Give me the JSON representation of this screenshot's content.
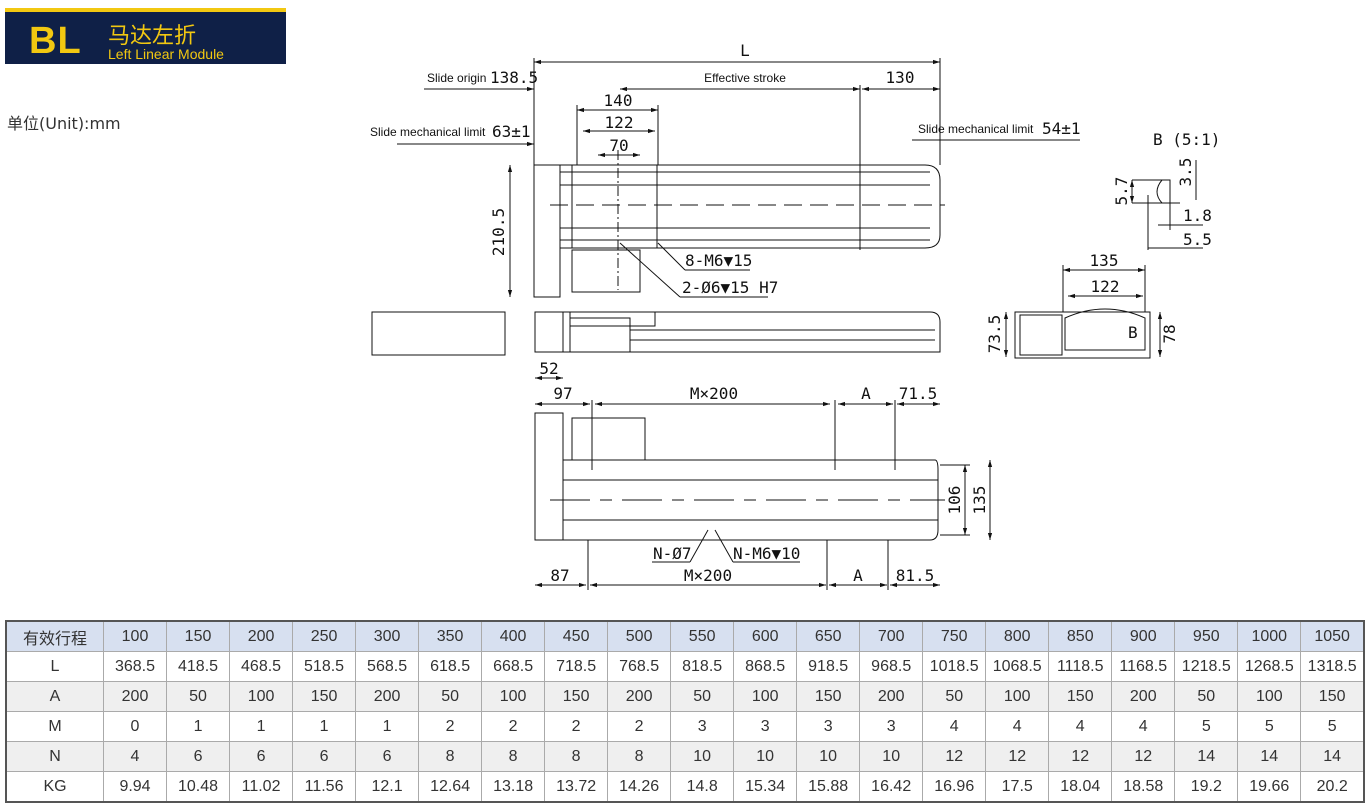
{
  "header": {
    "code": "BL",
    "title_cn": "马达左折",
    "title_en": "Left Linear Module"
  },
  "unit": "单位(Unit):mm",
  "colors": {
    "banner_bg": "#0f2047",
    "banner_accent": "#f2c811",
    "table_header_bg": "#d7e0f0",
    "table_alt_bg": "#efefef"
  },
  "drawing": {
    "L": "L",
    "slide_origin": "Slide origin",
    "slide_origin_value": "138.5",
    "effective_stroke": "Effective stroke",
    "end_130": "130",
    "w140": "140",
    "w122": "122",
    "w70": "70",
    "slide_mech_limit_left": "Slide mechanical limit",
    "slide_mech_limit_left_value": "63±1",
    "slide_mech_limit_right": "Slide mechanical limit",
    "slide_mech_limit_right_value": "54±1",
    "h210_5": "210.5",
    "hole_8m6": "8-M6▼15",
    "hole_2d6": "2-Ø6▼15 H7",
    "d52": "52",
    "d97": "97",
    "m200_top": "M×200",
    "a_top": "A",
    "d71_5": "71.5",
    "d87": "87",
    "m200_bot": "M×200",
    "a_bot": "A",
    "d81_5": "81.5",
    "n_d7": "N-Ø7",
    "n_m6": "N-M6▼10",
    "d106": "106",
    "d135_side": "135",
    "detail_b": "B (5:1)",
    "b5_7": "5.7",
    "b3_5": "3.5",
    "b1_8": "1.8",
    "b5_5": "5.5",
    "e135": "135",
    "e122": "122",
    "e73_5": "73.5",
    "e78": "78",
    "e_b": "B"
  },
  "table": {
    "header": [
      "有效行程",
      "100",
      "150",
      "200",
      "250",
      "300",
      "350",
      "400",
      "450",
      "500",
      "550",
      "600",
      "650",
      "700",
      "750",
      "800",
      "850",
      "900",
      "950",
      "1000",
      "1050"
    ],
    "rows": [
      [
        "L",
        "368.5",
        "418.5",
        "468.5",
        "518.5",
        "568.5",
        "618.5",
        "668.5",
        "718.5",
        "768.5",
        "818.5",
        "868.5",
        "918.5",
        "968.5",
        "1018.5",
        "1068.5",
        "1118.5",
        "1168.5",
        "1218.5",
        "1268.5",
        "1318.5"
      ],
      [
        "A",
        "200",
        "50",
        "100",
        "150",
        "200",
        "50",
        "100",
        "150",
        "200",
        "50",
        "100",
        "150",
        "200",
        "50",
        "100",
        "150",
        "200",
        "50",
        "100",
        "150"
      ],
      [
        "M",
        "0",
        "1",
        "1",
        "1",
        "1",
        "2",
        "2",
        "2",
        "2",
        "3",
        "3",
        "3",
        "3",
        "4",
        "4",
        "4",
        "4",
        "5",
        "5",
        "5"
      ],
      [
        "N",
        "4",
        "6",
        "6",
        "6",
        "6",
        "8",
        "8",
        "8",
        "8",
        "10",
        "10",
        "10",
        "10",
        "12",
        "12",
        "12",
        "12",
        "14",
        "14",
        "14"
      ],
      [
        "KG",
        "9.94",
        "10.48",
        "11.02",
        "11.56",
        "12.1",
        "12.64",
        "13.18",
        "13.72",
        "14.26",
        "14.8",
        "15.34",
        "15.88",
        "16.42",
        "16.96",
        "17.5",
        "18.04",
        "18.58",
        "19.2",
        "19.66",
        "20.2"
      ]
    ]
  }
}
